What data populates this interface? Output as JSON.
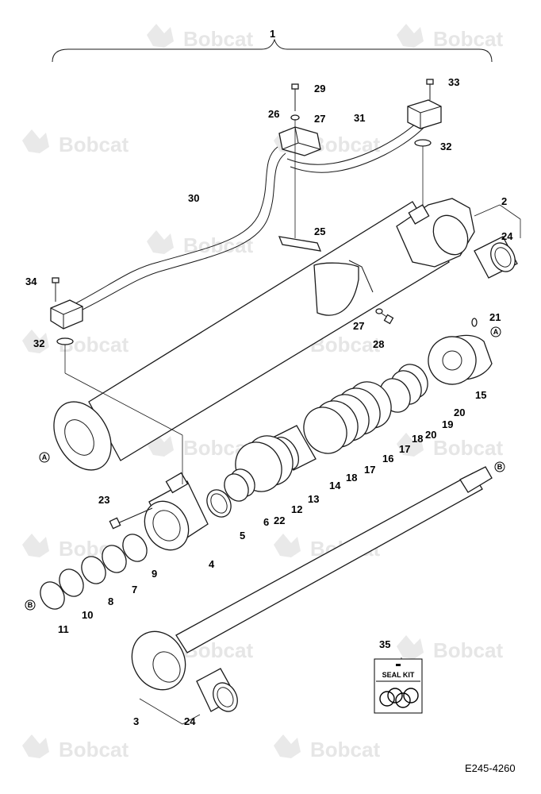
{
  "watermark": {
    "brand": "Bobcat"
  },
  "callouts": {
    "c1": "1",
    "c2": "2",
    "c3": "3",
    "c4": "4",
    "c5": "5",
    "c6": "6",
    "c7": "7",
    "c8": "8",
    "c9": "9",
    "c10": "10",
    "c11": "11",
    "c12": "12",
    "c13": "13",
    "c14": "14",
    "c15": "15",
    "c16": "16",
    "c17a": "17",
    "c17b": "17",
    "c18a": "18",
    "c18b": "18",
    "c19": "19",
    "c20a": "20",
    "c20b": "20",
    "c21": "21",
    "c22": "22",
    "c23": "23",
    "c24a": "24",
    "c24b": "24",
    "c25": "25",
    "c26": "26",
    "c27a": "27",
    "c27b": "27",
    "c28": "28",
    "c29": "29",
    "c30": "30",
    "c31": "31",
    "c32a": "32",
    "c32b": "32",
    "c33": "33",
    "c34": "34",
    "c35": "35"
  },
  "refs": {
    "a1": "A",
    "a2": "A",
    "b1": "B",
    "b2": "B"
  },
  "seal_kit": {
    "title": "SEAL KIT"
  },
  "drawing_code": "E245-4260"
}
